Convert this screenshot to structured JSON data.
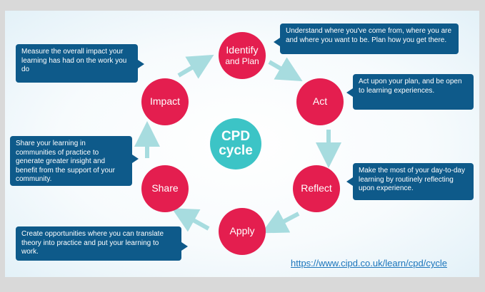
{
  "center": {
    "line1": "CPD",
    "line2": "cycle"
  },
  "nodes": {
    "identify_line1": "Identify",
    "identify_line2": "and Plan",
    "act": "Act",
    "reflect": "Reflect",
    "apply": "Apply",
    "share": "Share",
    "impact": "Impact"
  },
  "descriptions": {
    "identify": "Understand where you've come from, where you are and where you want to be. Plan how you get there.",
    "act": "Act upon your plan, and be open to learning experiences.",
    "reflect": "Make the most of your day-to-day learning by routinely reflecting upon experience.",
    "apply": "Create opportunities where you can translate theory into practice and put your learning to work.",
    "share": "Share your learning in communities of practice to generate greater insight and benefit from the support of your community.",
    "impact": "Measure the overall impact your learning has had on the work you do"
  },
  "source_link": "https://www.cipd.co.uk/learn/cpd/cycle",
  "colors": {
    "node": "#e41e4f",
    "center": "#3cc4c6",
    "box": "#0e5a8a",
    "arrow": "#a7dcdf"
  }
}
